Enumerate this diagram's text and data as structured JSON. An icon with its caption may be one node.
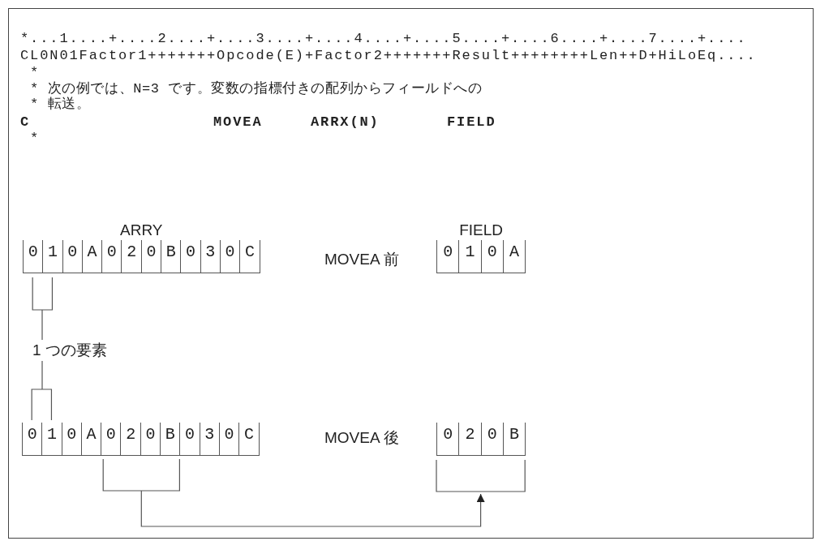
{
  "diagram": {
    "nodes": [
      {
        "text": [
          "ARRY",
          "0",
          "1",
          "0",
          "A",
          "0",
          "2",
          "0",
          "B",
          "0",
          "3",
          "0",
          "C"
        ]
      },
      {
        "text": [
          "FIELD",
          "0",
          "1",
          "0",
          "A"
        ]
      },
      {
        "text": [
          "1 つの要素"
        ]
      },
      {
        "text": [
          "0",
          "1",
          "0",
          "A",
          "0",
          "2",
          "0",
          "B",
          "0",
          "3",
          "0",
          "C"
        ]
      },
      {
        "text": [
          "0",
          "2",
          "0",
          "B"
        ]
      }
    ],
    "edges": [
      {
        "from": 2,
        "to": 0,
        "arrow": "none"
      },
      {
        "from": 2,
        "to": 3,
        "arrow": "none"
      },
      {
        "from": 3,
        "to": 4,
        "arrow": "to"
      }
    ],
    "labels": [
      "*...1....+....2....+....3....+....4....+....5....+....6....+....7....+....",
      "CL0N01Factor1+++++++Opcode(E)+Factor2+++++++Result++++++++Len++D+HiLoEq....",
      "*",
      "* 次の例では、N=3 です。変数の指標付きの配列からフィールドへの",
      "* 転送。",
      "C",
      "MOVEA",
      "ARRX(N)",
      "FIELD",
      "*",
      "MOVEA 前",
      "MOVEA 後"
    ]
  }
}
